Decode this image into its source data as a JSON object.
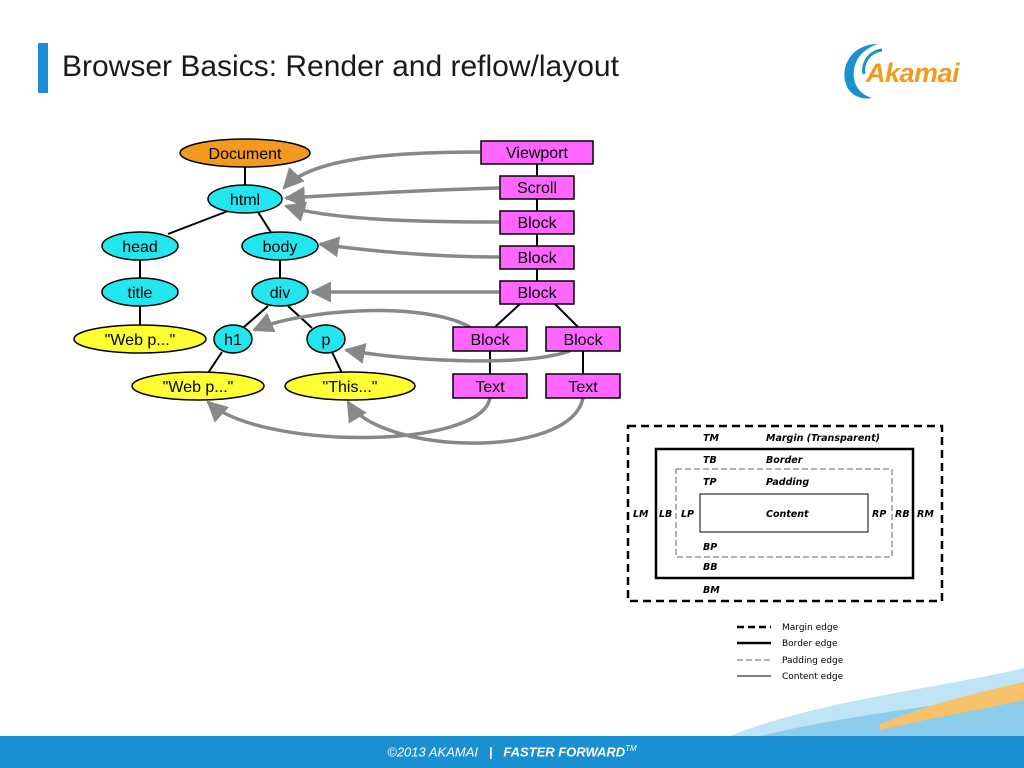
{
  "slide": {
    "title": "Browser Basics: Render and reflow/layout"
  },
  "logo": {
    "text": "Akamai",
    "accent_color": "#f39a1e",
    "arc_color": "#1a8fd1"
  },
  "dom_tree": {
    "document": "Document",
    "html": "html",
    "head": "head",
    "body": "body",
    "title": "title",
    "div": "div",
    "title_text": "\"Web p...\"",
    "h1": "h1",
    "p": "p",
    "h1_text": "\"Web p...\"",
    "p_text": "\"This...\""
  },
  "render_tree": {
    "viewport": "Viewport",
    "scroll": "Scroll",
    "block1": "Block",
    "block2": "Block",
    "block3": "Block",
    "block4": "Block",
    "block5": "Block",
    "text1": "Text",
    "text2": "Text"
  },
  "box_model": {
    "tm": "TM",
    "margin": "Margin (Transparent)",
    "tb": "TB",
    "border": "Border",
    "tp": "TP",
    "padding": "Padding",
    "lm": "LM",
    "lb": "LB",
    "lp": "LP",
    "content": "Content",
    "rp": "RP",
    "rb": "RB",
    "rm": "RM",
    "bp": "BP",
    "bb": "BB",
    "bm": "BM"
  },
  "legend": {
    "margin_edge": "Margin edge",
    "border_edge": "Border edge",
    "padding_edge": "Padding edge",
    "content_edge": "Content edge"
  },
  "colors": {
    "document_node": "#f39a1e",
    "element_node": "#22e5ee",
    "text_node": "#ffff33",
    "render_box": "#ff66ff",
    "arrow": "#888888",
    "accent": "#1a8fd1"
  },
  "footer": {
    "copyright": "©2013 AKAMAI",
    "separator": "|",
    "tagline": "FASTER FORWARD",
    "tm": "TM"
  }
}
